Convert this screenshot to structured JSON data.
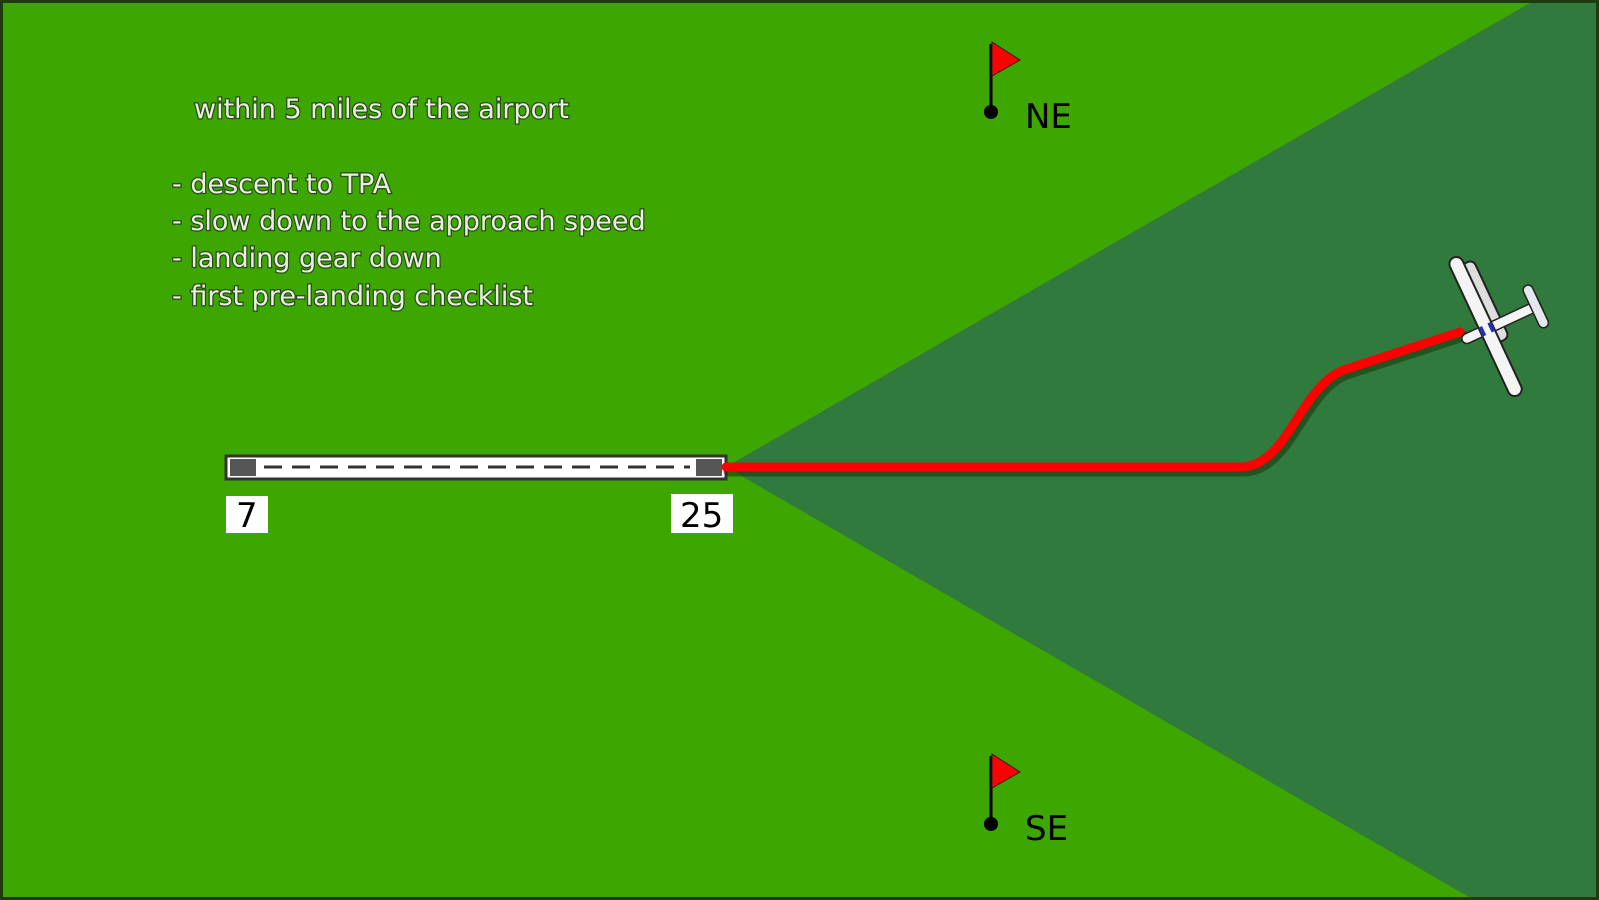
{
  "heading": "within 5 miles of the airport",
  "checklist": [
    "- descent to TPA",
    "- slow down to the approach speed",
    "- landing gear down",
    "- first pre-landing checklist"
  ],
  "runway": {
    "end_left": "7",
    "end_right": "25"
  },
  "markers": {
    "northeast": "NE",
    "southeast": "SE"
  },
  "colors": {
    "grass": "#3ea600",
    "approach_zone": "#2f7a3c",
    "flight_path": "#ff0000",
    "flag": "#ff0000"
  }
}
